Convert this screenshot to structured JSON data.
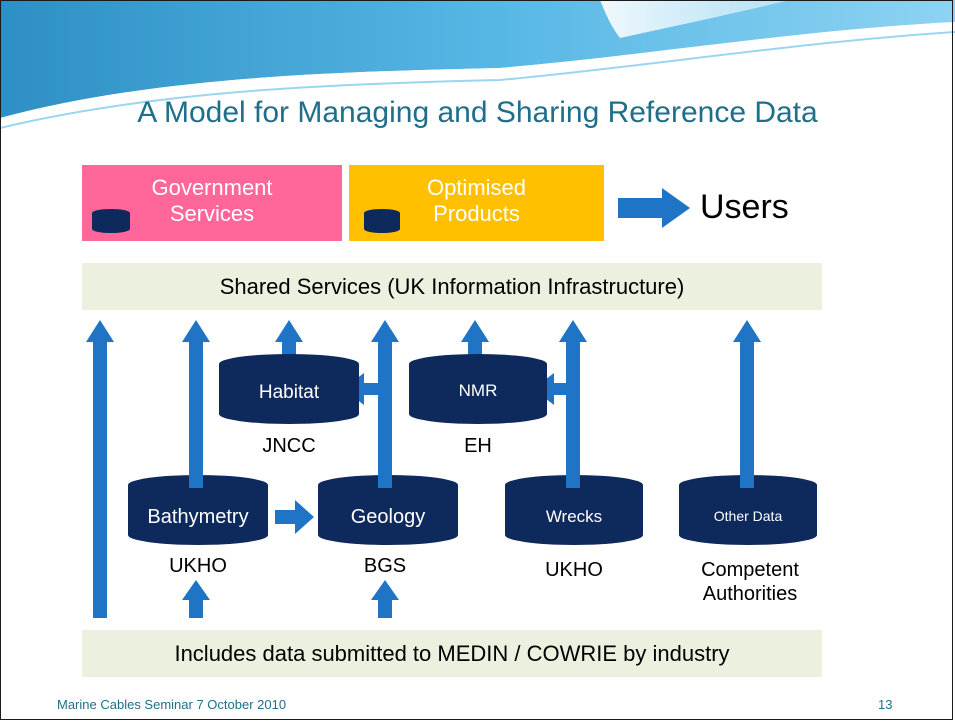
{
  "title": "A Model for Managing and Sharing Reference Data",
  "top_boxes": {
    "government": {
      "line1": "Government",
      "line2": "Services"
    },
    "optimised": {
      "line1": "Optimised",
      "line2": "Products"
    }
  },
  "users_label": "Users",
  "shared_services": "Shared Services (UK Information Infrastructure)",
  "databases": {
    "habitat": "Habitat",
    "nmr": "NMR",
    "bathymetry": "Bathymetry",
    "geology": "Geology",
    "wrecks": "Wrecks",
    "other": "Other Data"
  },
  "sources": {
    "jncc": "JNCC",
    "eh": "EH",
    "ukho_1": "UKHO",
    "bgs": "BGS",
    "ukho_2": "UKHO",
    "competent_line1": "Competent",
    "competent_line2": "Authorities"
  },
  "bottom_band": "Includes data submitted to MEDIN / COWRIE by industry",
  "footer": {
    "left": "Marine Cables Seminar 7 October 2010",
    "page_number": "13"
  },
  "colors": {
    "arrow": "#1f74c6",
    "database": "#0e2a5c",
    "title": "#1f6f8b",
    "government": "#ff6699",
    "optimised": "#ffc000",
    "band": "#ebf1de"
  }
}
